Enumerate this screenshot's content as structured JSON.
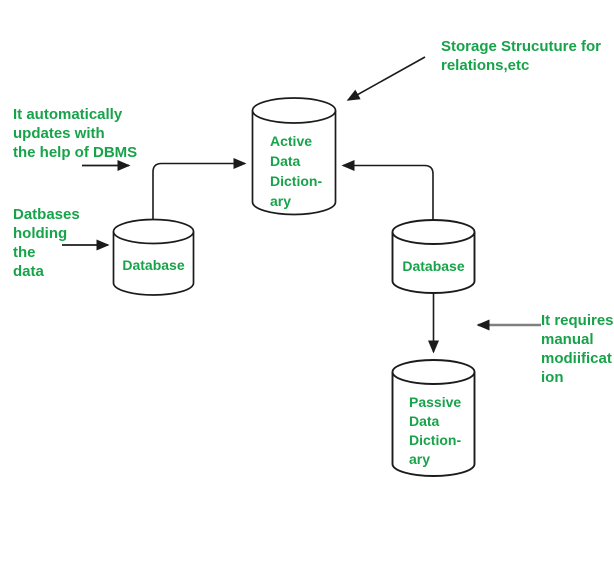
{
  "colors": {
    "text_green": "#17a34a",
    "line_black": "#1b1b1b",
    "line_gray": "#808080",
    "cylinder_fill": "#ffffff",
    "background": "#ffffff"
  },
  "nodes": {
    "active_dictionary": {
      "lines": [
        "Active",
        "Data",
        "Diction-",
        "ary"
      ]
    },
    "left_database": {
      "label": "Database"
    },
    "right_database": {
      "label": "Database"
    },
    "passive_dictionary": {
      "lines": [
        "Passive",
        "Data",
        "Diction-",
        "ary"
      ]
    }
  },
  "annotations": {
    "storage_structure": {
      "lines": [
        "Storage Strucuture for",
        "relations,etc"
      ]
    },
    "auto_update": {
      "lines": [
        "It automatically",
        "updates with",
        "the help of DBMS"
      ]
    },
    "databases_holding": {
      "lines": [
        "Datbases",
        "holding",
        "the",
        "data"
      ]
    },
    "manual_modification": {
      "lines": [
        "It requires",
        "manual",
        "modiificat",
        "ion"
      ]
    }
  }
}
